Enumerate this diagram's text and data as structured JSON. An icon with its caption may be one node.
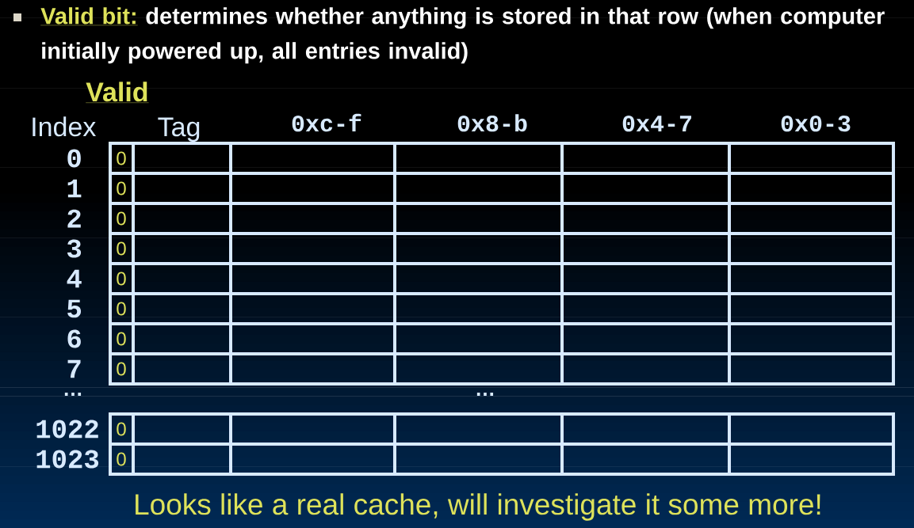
{
  "diagram": {
    "labels": [
      "Valid bit:",
      "determines whether anything is stored in that row (when computer initially powered up, all entries invalid)",
      "Valid",
      "Index",
      "Tag",
      "0xc-f",
      "0x8-b",
      "0x4-7",
      "0x0-3",
      "0",
      "0",
      "1",
      "0",
      "2",
      "0",
      "3",
      "0",
      "4",
      "0",
      "5",
      "0",
      "6",
      "0",
      "7",
      "0",
      "…",
      "…",
      "1022",
      "0",
      "1023",
      "0",
      "Looks like a real cache, will investigate it some more!"
    ]
  }
}
